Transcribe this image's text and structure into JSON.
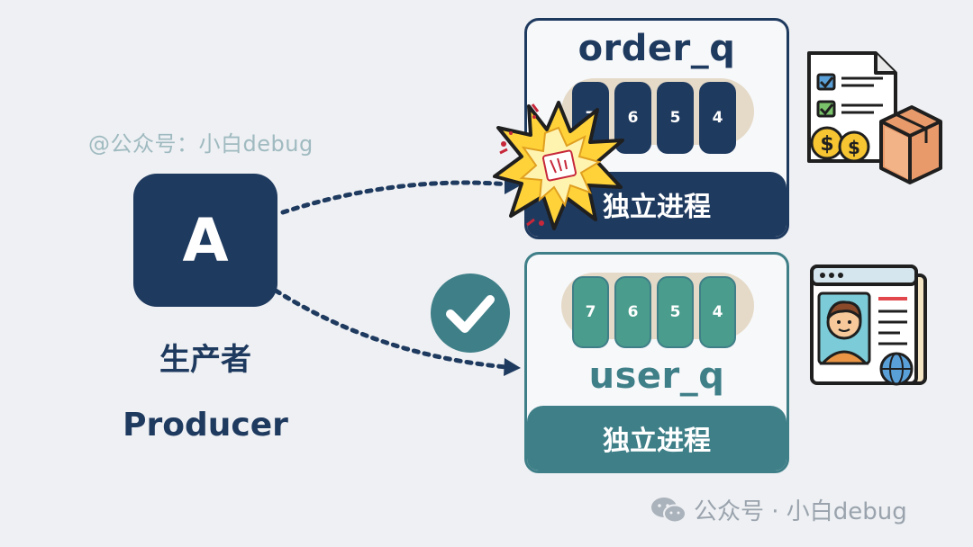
{
  "watermark_top": "@公众号：小白debug",
  "producer": {
    "letter": "A",
    "label_cn": "生产者",
    "label_en": "Producer"
  },
  "queues": [
    {
      "name": "order_q",
      "cells": [
        "7",
        "6",
        "5",
        "4"
      ],
      "footer": "独立进程",
      "status": "crashed",
      "color": "#1f3a5f"
    },
    {
      "name": "user_q",
      "cells": [
        "7",
        "6",
        "5",
        "4"
      ],
      "footer": "独立进程",
      "status": "ok",
      "color": "#3f7f88"
    }
  ],
  "icons": {
    "explosion": "explosion-icon",
    "check": "check-circle-icon",
    "order": "order-checklist-box-icon",
    "user": "user-profile-card-icon",
    "wechat": "wechat-icon"
  },
  "watermark_bottom": "公众号 · 小白debug"
}
